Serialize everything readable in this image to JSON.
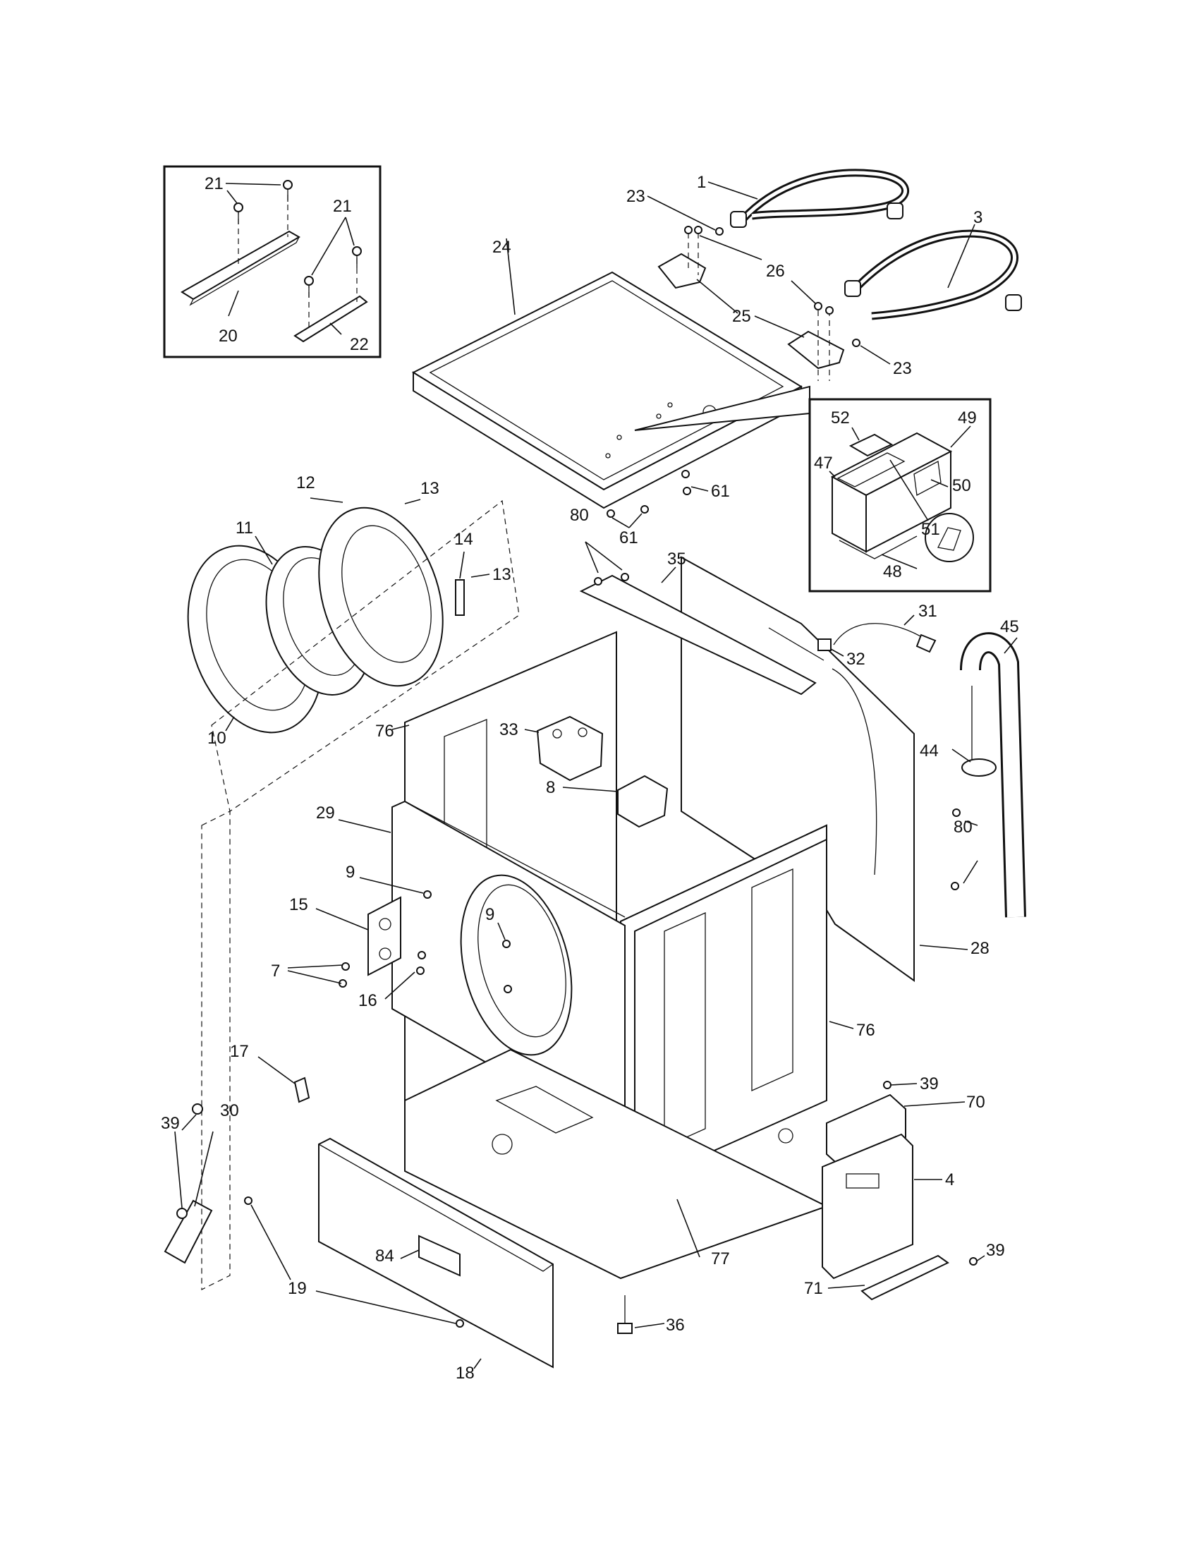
{
  "colors": {
    "ink": "#111111",
    "paper": "#ffffff"
  },
  "labels": {
    "p1": "1",
    "p3": "3",
    "p4": "4",
    "p7": "7",
    "p8": "8",
    "p9a": "9",
    "p9b": "9",
    "p10": "10",
    "p11": "11",
    "p12": "12",
    "p13a": "13",
    "p13b": "13",
    "p14": "14",
    "p15": "15",
    "p16": "16",
    "p17": "17",
    "p18": "18",
    "p19": "19",
    "p20": "20",
    "p21a": "21",
    "p21b": "21",
    "p22": "22",
    "p23a": "23",
    "p23b": "23",
    "p24": "24",
    "p25": "25",
    "p26": "26",
    "p28": "28",
    "p29": "29",
    "p30": "30",
    "p31": "31",
    "p32": "32",
    "p33": "33",
    "p35": "35",
    "p36": "36",
    "p39a": "39",
    "p39b": "39",
    "p39c": "39",
    "p44": "44",
    "p45": "45",
    "p47": "47",
    "p48": "48",
    "p49": "49",
    "p50": "50",
    "p51": "51",
    "p52": "52",
    "p61a": "61",
    "p61b": "61",
    "p70": "70",
    "p71": "71",
    "p76a": "76",
    "p76b": "76",
    "p77": "77",
    "p80a": "80",
    "p80b": "80",
    "p84": "84"
  }
}
